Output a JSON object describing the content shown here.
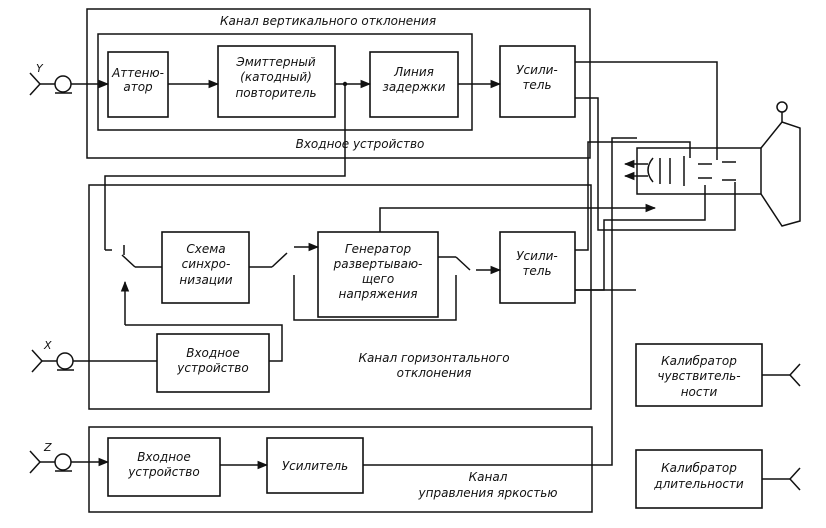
{
  "channels": {
    "vertical": "Канал вертикального отклонения",
    "vertical_input": "Входное устройство",
    "horizontal": [
      "Канал горизонтального",
      "отклонения"
    ],
    "brightness": [
      "Канал",
      "управления яркостью"
    ]
  },
  "blocks": {
    "attenuator": [
      "Аттеню-",
      "атор"
    ],
    "emitter_follower": [
      "Эмиттерный",
      "(катодный)",
      "повторитель"
    ],
    "delay_line": [
      "Линия",
      "задержки"
    ],
    "v_amplifier": [
      "Усили-",
      "тель"
    ],
    "sync": [
      "Схема",
      "синхро-",
      "низации"
    ],
    "sweep_generator": [
      "Генератор",
      "развертываю-",
      "щего",
      "напряжения"
    ],
    "h_amplifier": [
      "Усили-",
      "тель"
    ],
    "x_input": [
      "Входное",
      "устройство"
    ],
    "z_input": [
      "Входное",
      "устройство"
    ],
    "z_amplifier": "Усилитель",
    "sensitivity_calibrator": [
      "Калибратор",
      "чувствитель-",
      "ности"
    ],
    "duration_calibrator": [
      "Калибратор",
      "длительности"
    ]
  },
  "inputs": {
    "y": "Y",
    "x": "X",
    "z": "Z"
  }
}
